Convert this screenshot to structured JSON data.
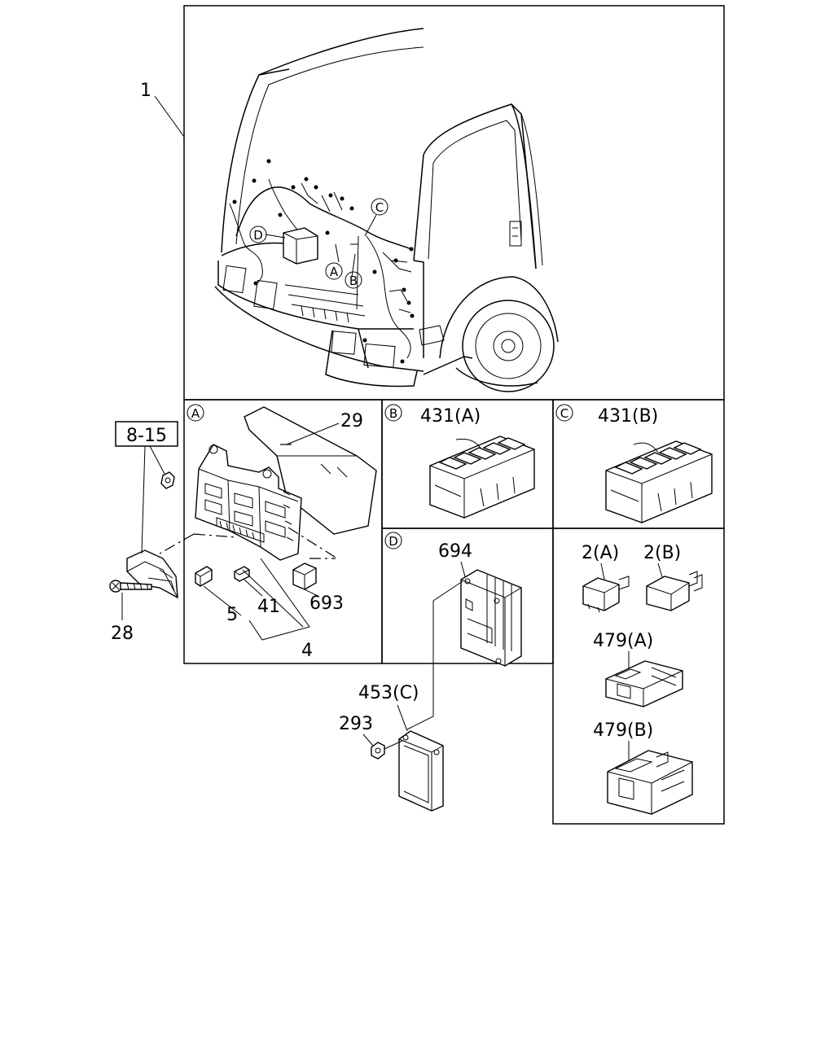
{
  "labels": {
    "main_assembly": "1",
    "ref_box": "8-15",
    "bolt": "28",
    "fuse_box_cover": "29",
    "fuse_5": "5",
    "fuse_41": "41",
    "fuse_4": "4",
    "relay_693": "693",
    "relay_431a": "431(A)",
    "relay_431b": "431(B)",
    "module_694": "694",
    "bracket_453c": "453(C)",
    "nut_293": "293",
    "relay_2a": "2(A)",
    "relay_2b": "2(B)",
    "connector_479a": "479(A)",
    "connector_479b": "479(B)"
  },
  "callouts": {
    "a": "A",
    "b": "B",
    "c": "C",
    "d": "D"
  }
}
